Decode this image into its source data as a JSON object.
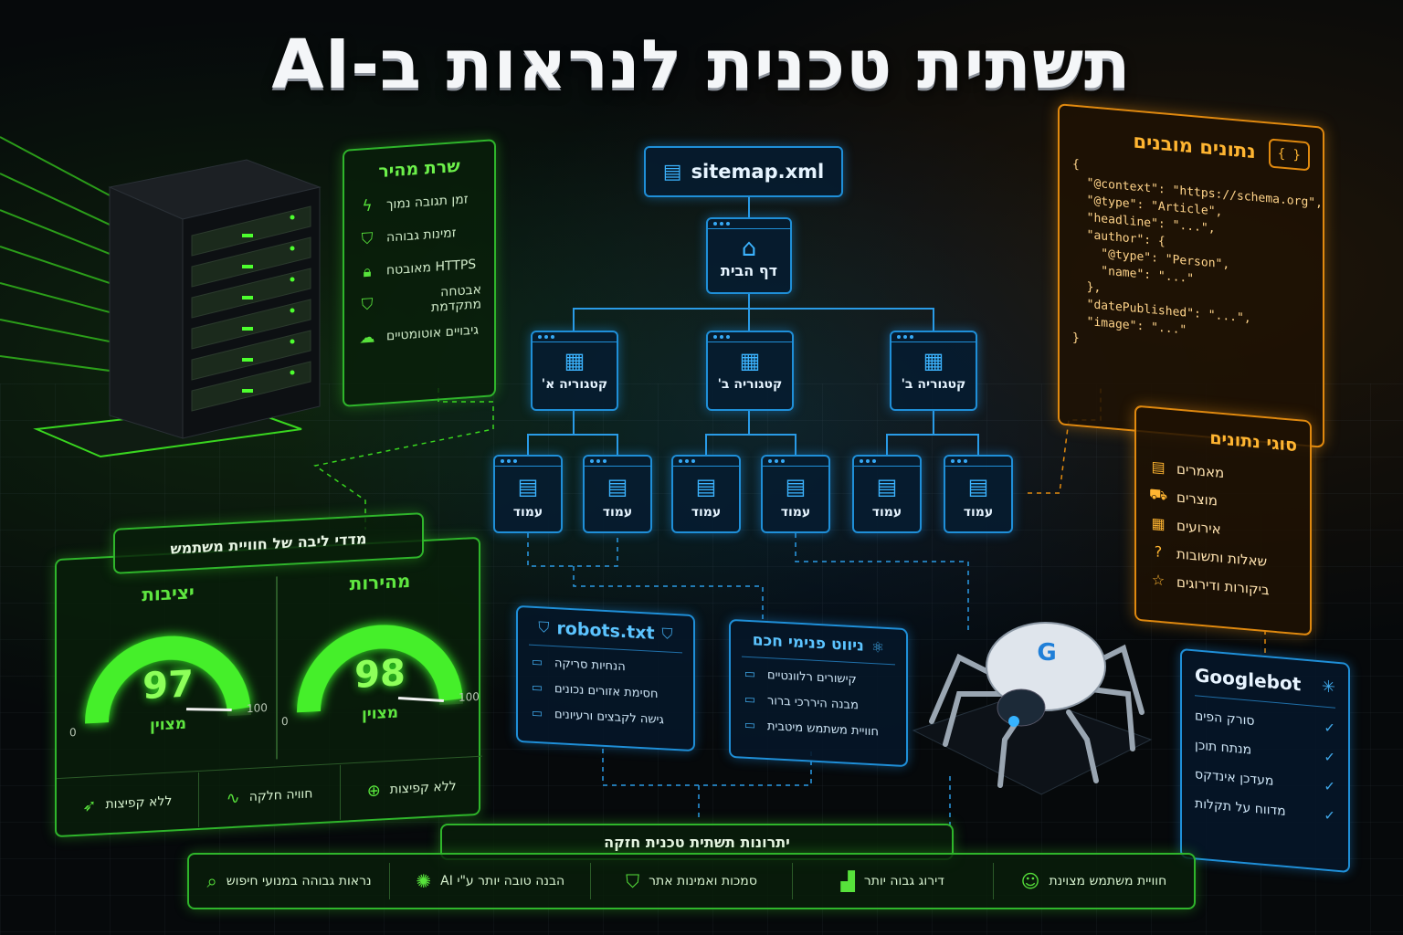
{
  "title": "תשתית טכנית לנראות ב-AI",
  "server_panel": {
    "title": "שרת מהיר",
    "items": [
      {
        "icon": "lightning-icon",
        "label": "זמן תגובה נמוך"
      },
      {
        "icon": "shield-check-icon",
        "label": "זמינות גבוהה"
      },
      {
        "icon": "lock-icon",
        "label": "HTTPS מאובטח"
      },
      {
        "icon": "shield-check-icon",
        "label": "אבטחה מתקדמת"
      },
      {
        "icon": "cloud-icon",
        "label": "גיבויים אוטומטיים"
      }
    ]
  },
  "sitemap": {
    "file": "sitemap.xml",
    "home": "דף הבית",
    "categories": [
      "קטגוריה ב'",
      "קטגוריה ב'",
      "קטגוריה א'"
    ],
    "page_label": "עמוד"
  },
  "structured_data": {
    "title": "נתונים מובנים",
    "braces_icon": "{ }",
    "code": "{\n  \"@context\": \"https://schema.org\",\n  \"@type\": \"Article\",\n  \"headline\": \"...\",\n  \"author\": {\n    \"@type\": \"Person\",\n    \"name\": \"...\"\n  },\n  \"datePublished\": \"...\",\n  \"image\": \"...\"\n}"
  },
  "data_types": {
    "title": "סוגי נתונים",
    "items": [
      {
        "icon": "document-icon",
        "label": "מאמרים"
      },
      {
        "icon": "cart-icon",
        "label": "מוצרים"
      },
      {
        "icon": "calendar-icon",
        "label": "אירועים"
      },
      {
        "icon": "question-icon",
        "label": "שאלות ותשובות"
      },
      {
        "icon": "star-icon",
        "label": "ביקורות ודירוגים"
      }
    ]
  },
  "ux_metrics": {
    "title": "מדדי ליבה של חוויית משתמש",
    "gauges": [
      {
        "label": "מהירות",
        "value": 98,
        "status": "מצוין",
        "min": "0",
        "max": "100",
        "fraction": 0.98
      },
      {
        "label": "יציבות",
        "value": 97,
        "status": "מצוין",
        "min": "0",
        "max": "100",
        "fraction": 0.97
      }
    ],
    "footer": [
      {
        "icon": "target-icon",
        "label": "ללא קפיצות"
      },
      {
        "icon": "pulse-icon",
        "label": "חוויה חלקה"
      },
      {
        "icon": "rocket-icon",
        "label": "ללא קפיצות"
      }
    ]
  },
  "robots": {
    "title": "robots.txt",
    "items": [
      "הנחיות סריקה",
      "חסימת אזורים נכונים",
      "גישה לקבצים ורעיונים"
    ]
  },
  "navigation": {
    "title": "ניווט פנימי חכם",
    "items": [
      "קישורים רלוונטיים",
      "מבנה היררכי ברור",
      "חוויית משתמש מיטבית"
    ]
  },
  "googlebot": {
    "title": "Googlebot",
    "badge": "G",
    "items": [
      "סורק הפים",
      "מנתח תוכן",
      "מעדכן אינדקס",
      "מדווח על תקלות"
    ]
  },
  "advantages": {
    "title": "יתרונות תשתית טכנית חזקה",
    "items": [
      {
        "icon": "user-icon",
        "label": "חוויית משתמש מצוינת"
      },
      {
        "icon": "growth-chart-icon",
        "label": "דירוג גבוה יותר"
      },
      {
        "icon": "shield-badge-icon",
        "label": "סמכות ואמינות אתר"
      },
      {
        "icon": "brain-icon",
        "label": "הבנה טובה יותר ע\"י AI"
      },
      {
        "icon": "search-icon",
        "label": "נראות גבוהה במנועי חיפוש"
      }
    ]
  },
  "colors": {
    "green": "#2fb52b",
    "blue": "#1f8fd8",
    "orange": "#e0890f"
  }
}
